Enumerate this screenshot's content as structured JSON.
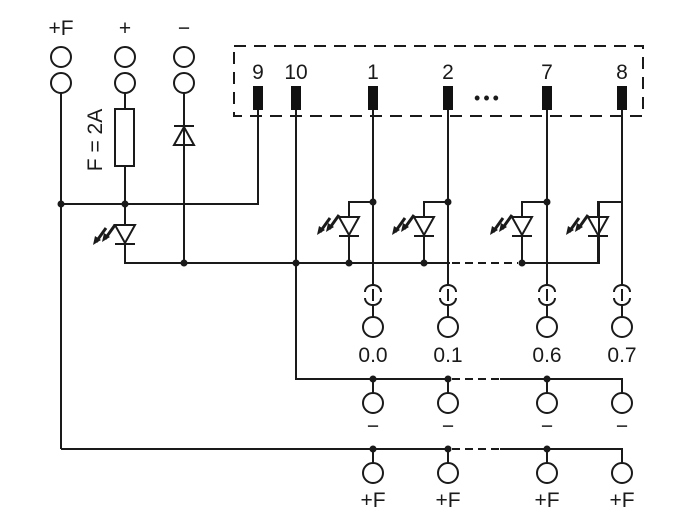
{
  "top_terminals": {
    "plus_f": "+F",
    "plus": "+",
    "minus": "−"
  },
  "fuse_label": "F = 2A",
  "module_pins": [
    "9",
    "10",
    "1",
    "2",
    "7",
    "8"
  ],
  "pin_ellipsis": "•••",
  "outputs": [
    "0.0",
    "0.1",
    "0.6",
    "0.7"
  ],
  "minus_row_labels": [
    "−",
    "−",
    "−",
    "−"
  ],
  "plus_f_row_labels": [
    "+F",
    "+F",
    "+F",
    "+F"
  ],
  "colors": {
    "line": "#1a1a1a",
    "background": "#ffffff"
  }
}
